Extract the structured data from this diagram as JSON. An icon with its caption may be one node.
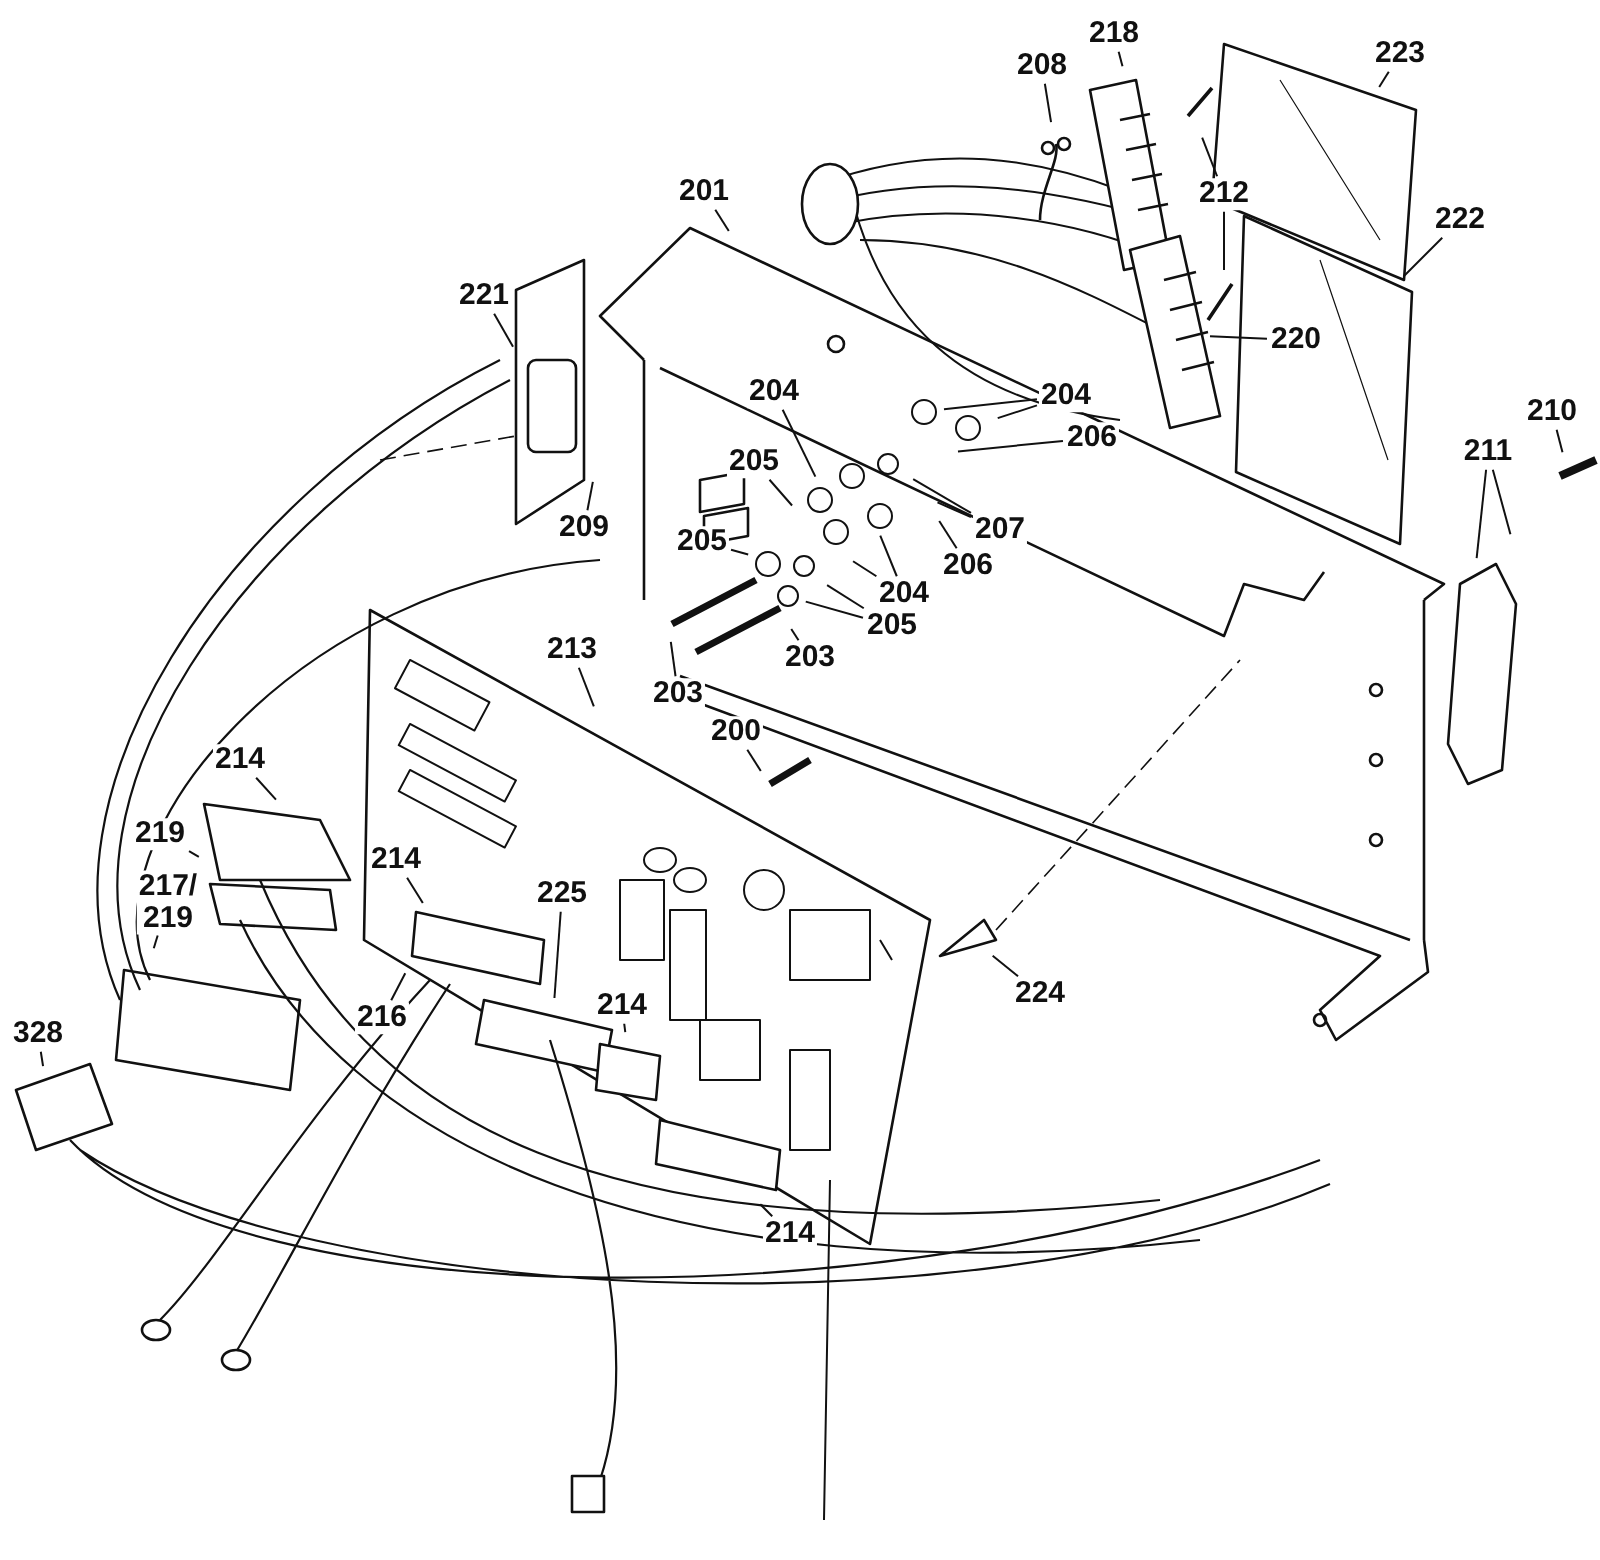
{
  "diagram": {
    "nodes": [
      {
        "text": [
          "218"
        ]
      },
      {
        "text": [
          "223"
        ]
      },
      {
        "text": [
          "208"
        ]
      },
      {
        "text": [
          "212"
        ]
      },
      {
        "text": [
          "201"
        ]
      },
      {
        "text": [
          "222"
        ]
      },
      {
        "text": [
          "221"
        ]
      },
      {
        "text": [
          "220"
        ]
      },
      {
        "text": [
          "204"
        ]
      },
      {
        "text": [
          "204"
        ]
      },
      {
        "text": [
          "210"
        ]
      },
      {
        "text": [
          "211"
        ]
      },
      {
        "text": [
          "205"
        ]
      },
      {
        "text": [
          "206"
        ]
      },
      {
        "text": [
          "209"
        ]
      },
      {
        "text": [
          "205"
        ]
      },
      {
        "text": [
          "207"
        ]
      },
      {
        "text": [
          "206"
        ]
      },
      {
        "text": [
          "204"
        ]
      },
      {
        "text": [
          "205"
        ]
      },
      {
        "text": [
          "203"
        ]
      },
      {
        "text": [
          "203"
        ]
      },
      {
        "text": [
          "213"
        ]
      },
      {
        "text": [
          "200"
        ]
      },
      {
        "text": [
          "214"
        ]
      },
      {
        "text": [
          "219"
        ]
      },
      {
        "text": [
          "217/ 219"
        ]
      },
      {
        "text": [
          "214"
        ]
      },
      {
        "text": [
          "225"
        ]
      },
      {
        "text": [
          "224"
        ]
      },
      {
        "text": [
          "216"
        ]
      },
      {
        "text": [
          "214"
        ]
      },
      {
        "text": [
          "328"
        ]
      },
      {
        "text": [
          "214"
        ]
      }
    ],
    "edges": [
      {
        "from": 0,
        "to": null,
        "arrow": "none"
      },
      {
        "from": 1,
        "to": null,
        "arrow": "none"
      },
      {
        "from": 2,
        "to": null,
        "arrow": "none"
      },
      {
        "from": 3,
        "to": null,
        "arrow": "none"
      },
      {
        "from": 3,
        "to": null,
        "arrow": "none"
      },
      {
        "from": 4,
        "to": null,
        "arrow": "none"
      },
      {
        "from": 5,
        "to": null,
        "arrow": "none"
      },
      {
        "from": 6,
        "to": null,
        "arrow": "none"
      },
      {
        "from": 7,
        "to": null,
        "arrow": "none"
      },
      {
        "from": 8,
        "to": null,
        "arrow": "none"
      },
      {
        "from": 9,
        "to": null,
        "arrow": "none"
      },
      {
        "from": 9,
        "to": null,
        "arrow": "none"
      },
      {
        "from": 10,
        "to": null,
        "arrow": "none"
      },
      {
        "from": 11,
        "to": null,
        "arrow": "none"
      },
      {
        "from": 11,
        "to": null,
        "arrow": "none"
      },
      {
        "from": 12,
        "to": null,
        "arrow": "none"
      },
      {
        "from": 13,
        "to": null,
        "arrow": "none"
      },
      {
        "from": 14,
        "to": null,
        "arrow": "none"
      },
      {
        "from": 15,
        "to": null,
        "arrow": "none"
      },
      {
        "from": 16,
        "to": null,
        "arrow": "none"
      },
      {
        "from": 16,
        "to": null,
        "arrow": "none"
      },
      {
        "from": 17,
        "to": null,
        "arrow": "none"
      },
      {
        "from": 18,
        "to": null,
        "arrow": "none"
      },
      {
        "from": 18,
        "to": null,
        "arrow": "none"
      },
      {
        "from": 19,
        "to": null,
        "arrow": "none"
      },
      {
        "from": 19,
        "to": null,
        "arrow": "none"
      },
      {
        "from": 20,
        "to": null,
        "arrow": "none"
      },
      {
        "from": 21,
        "to": null,
        "arrow": "none"
      },
      {
        "from": 22,
        "to": null,
        "arrow": "none"
      },
      {
        "from": 23,
        "to": null,
        "arrow": "none"
      },
      {
        "from": 24,
        "to": null,
        "arrow": "none"
      },
      {
        "from": 25,
        "to": null,
        "arrow": "none"
      },
      {
        "from": 26,
        "to": null,
        "arrow": "none"
      },
      {
        "from": 27,
        "to": null,
        "arrow": "none"
      },
      {
        "from": 28,
        "to": null,
        "arrow": "none"
      },
      {
        "from": 29,
        "to": null,
        "arrow": "none"
      },
      {
        "from": 30,
        "to": null,
        "arrow": "none"
      },
      {
        "from": 31,
        "to": null,
        "arrow": "none"
      },
      {
        "from": 32,
        "to": null,
        "arrow": "none"
      },
      {
        "from": 33,
        "to": null,
        "arrow": "none"
      }
    ]
  }
}
